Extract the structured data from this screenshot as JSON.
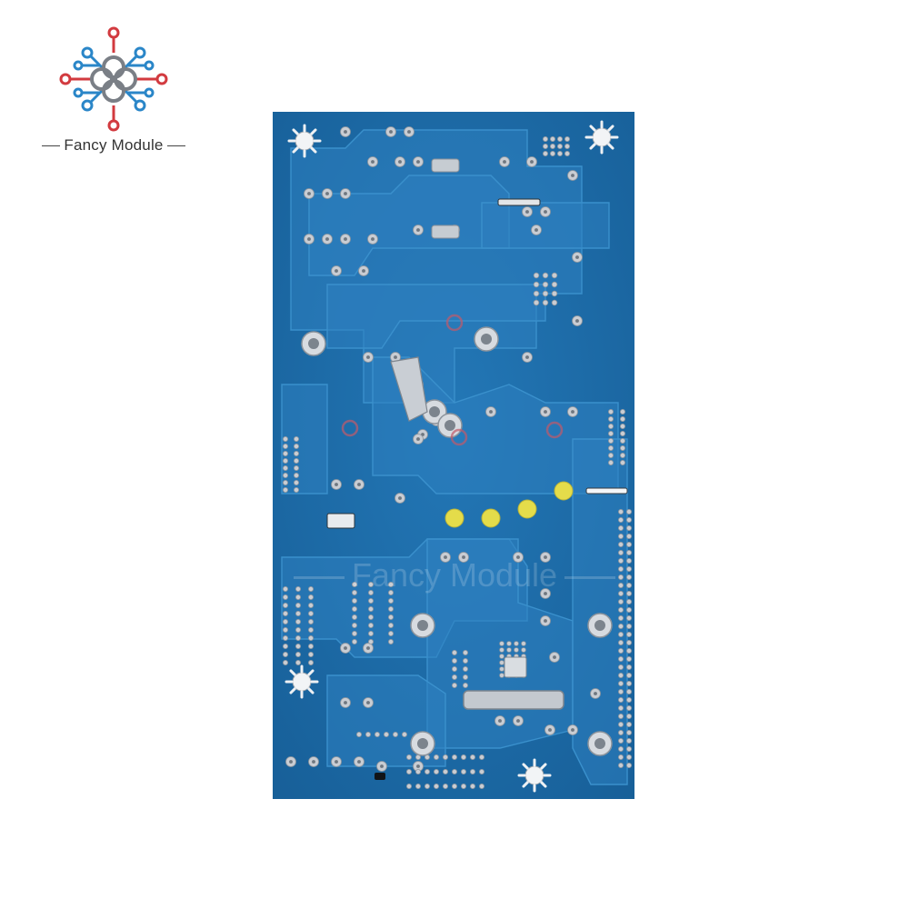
{
  "brand": {
    "name": "Fancy Module",
    "watermark": "Fancy Module"
  },
  "product": {
    "subject": "blue circuit board, solder side",
    "board_color": "#1b6fae",
    "trace_color": "#2d80bf",
    "pad_color": "#c9cdd3",
    "highlight_pad_color": "#e4dc4a"
  },
  "logo_colors": {
    "red": "#d23a3f",
    "blue": "#2a86c8",
    "grey": "#7a7f86"
  }
}
